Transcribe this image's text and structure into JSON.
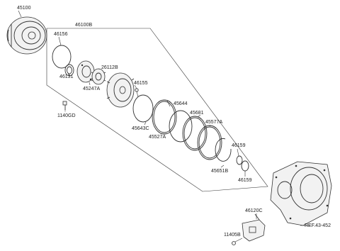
{
  "diagram": {
    "parts": [
      {
        "id": "45100"
      },
      {
        "id": "46100B"
      },
      {
        "id": "46156"
      },
      {
        "id": "46131"
      },
      {
        "id": "26112B"
      },
      {
        "id": "45247A"
      },
      {
        "id": "46155"
      },
      {
        "id": "1140GD"
      },
      {
        "id": "45644"
      },
      {
        "id": "45643C"
      },
      {
        "id": "45681"
      },
      {
        "id": "45527A"
      },
      {
        "id": "45577A"
      },
      {
        "id": "46159a",
        "label": "46159"
      },
      {
        "id": "45651B"
      },
      {
        "id": "46159b",
        "label": "46159"
      },
      {
        "id": "46120C"
      },
      {
        "id": "11405B"
      },
      {
        "id": "ref",
        "label": "REF.43-452"
      }
    ]
  }
}
